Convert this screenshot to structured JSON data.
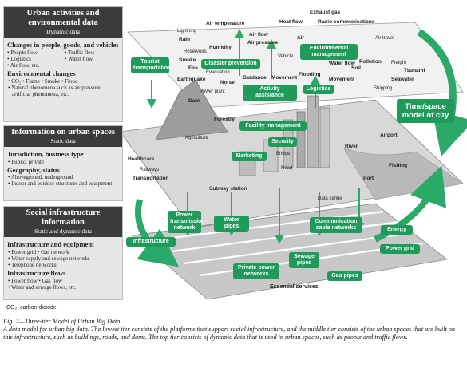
{
  "left_panels": {
    "top": {
      "title": "Urban activities and environmental data",
      "subtitle": "Dynamic data",
      "sections": [
        {
          "heading": "Changes in people, goods, and vehicles",
          "cols": [
            [
              "• People flow",
              "• Logistics",
              "• Air flow, etc."
            ],
            [
              "• Traffic flow",
              "• Water flow"
            ]
          ]
        },
        {
          "heading": "Environmental changes",
          "items": [
            "• CO₂ • Flame • Smoke • Flood",
            "• Natural phenomena such as air pressure, artificial phenomena, etc."
          ]
        }
      ]
    },
    "middle": {
      "title": "Information on urban spaces",
      "subtitle": "Static data",
      "sections": [
        {
          "heading": "Jurisdiction, business type",
          "items": [
            "• Public, private"
          ]
        },
        {
          "heading": "Geography, status",
          "items": [
            "• Aboveground, underground",
            "• Indoor and outdoor structures and equipment"
          ]
        }
      ]
    },
    "bottom": {
      "title": "Social infrastructure information",
      "subtitle": "Static and dynamic data",
      "sections": [
        {
          "heading": "Infrastructure and equipment",
          "items": [
            "• Power grid • Gas network",
            "• Water supply and sewage networks",
            "• Telephone networks"
          ]
        },
        {
          "heading": "Infrastructure flows",
          "items": [
            "• Power flow • Gas flow",
            "• Water and sewage flows, etc."
          ]
        }
      ]
    },
    "co2_note": "CO₂: carbon dioxide"
  },
  "diagram": {
    "green_boxes": {
      "tourist": "Tourist transportation",
      "disaster": "Disaster prevention",
      "environmental": "Environmental management",
      "activity": "Activity assistance",
      "logistics": "Logistics",
      "facility": "Facility management",
      "marketing": "Marketing",
      "security": "Security",
      "timespace": "Time/space model of city",
      "power_tx": "Power transmission network",
      "water_pipes": "Water pipes",
      "comm": "Communication cable networks",
      "energy": "Energy",
      "infrastructure": "Infrastructure",
      "private_power": "Private power networks",
      "sewage": "Sewage pipes",
      "gas": "Gas pipes",
      "power_grid": "Power grid"
    },
    "labels": {
      "exhaust": "Exhaust gas",
      "heat": "Heat flow",
      "radio": "Radio communications",
      "air_temp": "Air temperature",
      "lightning": "Lightning",
      "rain": "Rain",
      "humidity": "Humidity",
      "air_flow": "Air flow",
      "air_pressure": "Air pressure",
      "air": "Air",
      "air_travel": "Air travel",
      "reservoirs": "Reservoirs",
      "smoke": "Smoke",
      "fire": "Fire",
      "earthquake": "Earthquake",
      "evacuation": "Evacuation",
      "noise": "Noise",
      "vehicle": "Vehicle",
      "guidance": "Guidance",
      "movement": "Movement",
      "flooding": "Flooding",
      "water_flow": "Water flow",
      "pollution": "Pollution",
      "soil": "Soil",
      "freight": "Freight",
      "tsunami": "Tsunami",
      "seawater": "Seawater",
      "shipping": "Shipping",
      "movement2": "Movement",
      "dam": "Dam",
      "power_plant": "Power plant",
      "forestry": "Forestry",
      "agriculture": "Agriculture",
      "healthcare": "Healthcare",
      "transportation": "Transportation",
      "railways": "Railways",
      "subway": "Subway station",
      "road": "Road",
      "bridge": "Bridge",
      "river": "River",
      "airport": "Airport",
      "port": "Port",
      "fishing": "Fishing",
      "data_center": "Data center",
      "essential": "Essential services"
    }
  },
  "caption": {
    "title": "Fig. 2—Three-tier Model of Urban Big Data.",
    "body": "A data model for urban big data. The lowest tier consists of the platforms that support social infrastructure, and the middle tier consists of the urban spaces that are built on this infrastructure, such as buildings, roads, and dams. The top tier consists of dynamic data that is used in urban spaces, such as people and traffic flows."
  }
}
